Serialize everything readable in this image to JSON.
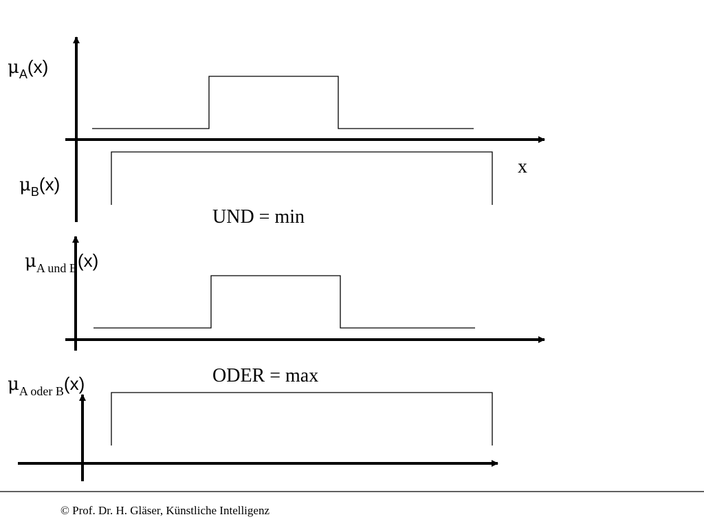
{
  "labels": {
    "muA": {
      "symbol": "μ",
      "sub": "A",
      "arg": "(x)"
    },
    "muB": {
      "symbol": "μ",
      "sub": "B",
      "arg": "(x)"
    },
    "muAundB": {
      "symbol": "μ",
      "sub": "A und B",
      "arg": "(x)"
    },
    "muAoderB": {
      "symbol": "μ",
      "sub": "A oder B",
      "arg": "(x)"
    },
    "x_axis": "x",
    "und_rule": "UND = min",
    "oder_rule": "ODER = max"
  },
  "footer": "© Prof. Dr. H. Gläser, Künstliche Intelligenz",
  "colors": {
    "line": "#000000",
    "background": "#ffffff"
  }
}
